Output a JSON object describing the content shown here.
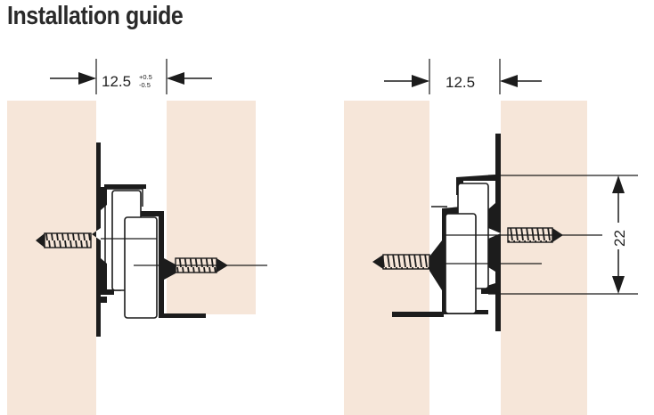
{
  "title": "Installation guide",
  "colors": {
    "panel": "#f6e6d9",
    "ink": "#1c1c1c",
    "part_fill": "#ffffff"
  },
  "left_diagram": {
    "gap_value": "12.5",
    "tol_plus": "+0.5",
    "tol_minus": "-0.5"
  },
  "right_diagram": {
    "gap_value": "12.5",
    "height_value": "22"
  }
}
